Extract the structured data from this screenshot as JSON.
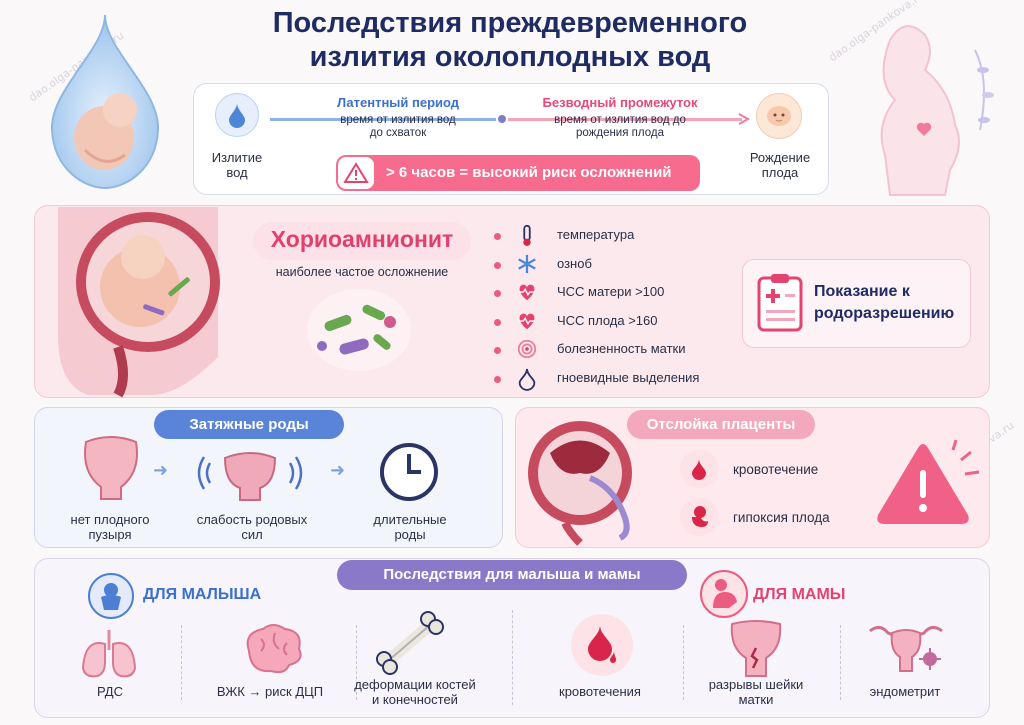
{
  "title": {
    "line1": "Последствия преждевременного",
    "line2": "излития околоплодных вод"
  },
  "watermark": "dao.olga-pankova.ru",
  "timeline": {
    "start_label": "Излитие вод",
    "latent": {
      "title": "Латентный период",
      "desc": "время от излития вод до схваток"
    },
    "dry": {
      "title": "Безводный промежуток",
      "desc": "время от излития вод до рождения плода"
    },
    "end_label": "Рождение плода",
    "warning": "> 6 часов = высокий риск осложнений"
  },
  "chorioamnionitis": {
    "title": "Хориоамнионит",
    "subtitle": "наиболее частое осложнение",
    "symptoms": [
      {
        "label": "температура",
        "icon": "thermometer-icon"
      },
      {
        "label": "озноб",
        "icon": "snowflake-icon"
      },
      {
        "label": "ЧСС матери >100",
        "icon": "heartbeat-icon"
      },
      {
        "label": "ЧСС плода >160",
        "icon": "heartbeat-icon"
      },
      {
        "label": "болезненность матки",
        "icon": "target-icon"
      },
      {
        "label": "гноевидные выделения",
        "icon": "droplet-icon"
      }
    ],
    "indication": "Показание к родоразрешению"
  },
  "prolonged_labor": {
    "title": "Затяжные роды",
    "steps": [
      {
        "label": "нет плодного пузыря"
      },
      {
        "label": "слабость родовых сил"
      },
      {
        "label": "длительные роды"
      }
    ]
  },
  "abruption": {
    "title": "Отслойка плаценты",
    "items": [
      {
        "label": "кровотечение",
        "icon": "blood-drop-icon"
      },
      {
        "label": "гипоксия плода",
        "icon": "fetus-icon"
      }
    ]
  },
  "consequences": {
    "title": "Последствия для малыша и мамы",
    "baby": {
      "title": "ДЛЯ МАЛЫША",
      "items": [
        "РДС",
        "ВЖК → риск ДЦП",
        "деформации костей и конечностей"
      ]
    },
    "mother": {
      "title": "ДЛЯ МАМЫ",
      "items": [
        "кровотечения",
        "разрывы шейки матки",
        "эндометрит"
      ]
    }
  },
  "colors": {
    "navy": "#1f2c63",
    "pink": "#ec5b80",
    "blue": "#4c7fd4",
    "purple": "#8a78c9"
  }
}
